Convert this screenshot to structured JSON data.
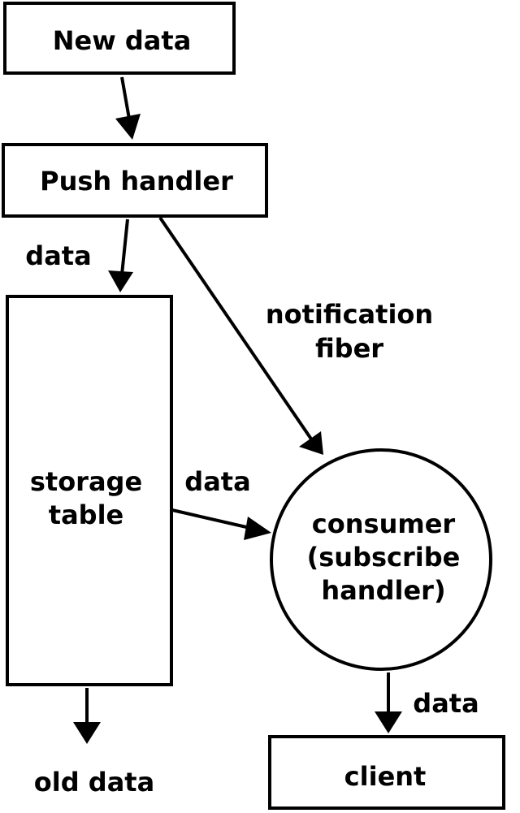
{
  "nodes": {
    "new_data": "New data",
    "push_handler": "Push handler",
    "storage_table": [
      "storage",
      "table"
    ],
    "consumer": [
      "consumer",
      "(subscribe",
      "handler)"
    ],
    "client": "client"
  },
  "edge_labels": {
    "push_to_storage": "data",
    "notification": [
      "notification",
      "fiber"
    ],
    "storage_to_consumer": "data",
    "consumer_to_client": "data",
    "old_data": "old data"
  }
}
